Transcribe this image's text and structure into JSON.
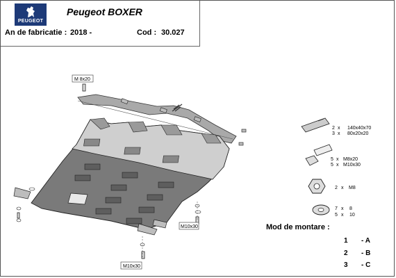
{
  "header": {
    "brand_logo_text": "PEUGEOT",
    "model": "Peugeot BOXER",
    "year_label": "An de fabricatie :",
    "year_value": "2018 -",
    "code_label": "Cod :",
    "code_value": "30.027"
  },
  "callouts": {
    "bolt_top": "M 8x20",
    "bolt_right_mid": "M10x30",
    "bolt_bottom": "M10x30"
  },
  "parts": [
    {
      "icon": "plate-bracket-icon",
      "lines": [
        {
          "qty": "2",
          "x": "x",
          "size": "140x40x70"
        },
        {
          "qty": "3",
          "x": "x",
          "size": "80x20x20"
        }
      ]
    },
    {
      "icon": "bolt-icon",
      "lines": [
        {
          "qty": "5",
          "x": "x",
          "size": "M8x20"
        },
        {
          "qty": "5",
          "x": "x",
          "size": "M10x30"
        }
      ]
    },
    {
      "icon": "nut-icon",
      "lines": [
        {
          "qty": "2",
          "x": "x",
          "size": "M8"
        }
      ]
    },
    {
      "icon": "washer-icon",
      "lines": [
        {
          "qty": "7",
          "x": "x",
          "size": "8"
        },
        {
          "qty": "5",
          "x": "x",
          "size": "10"
        }
      ]
    }
  ],
  "mounting": {
    "title": "Mod de montare :",
    "steps": [
      {
        "num": "1",
        "value": "- A"
      },
      {
        "num": "2",
        "value": "- B"
      },
      {
        "num": "3",
        "value": "- C"
      }
    ]
  },
  "colors": {
    "plate": "#7a7a7a",
    "plate_light": "#cfcfcf",
    "logo_bg": "#1d3a78"
  }
}
